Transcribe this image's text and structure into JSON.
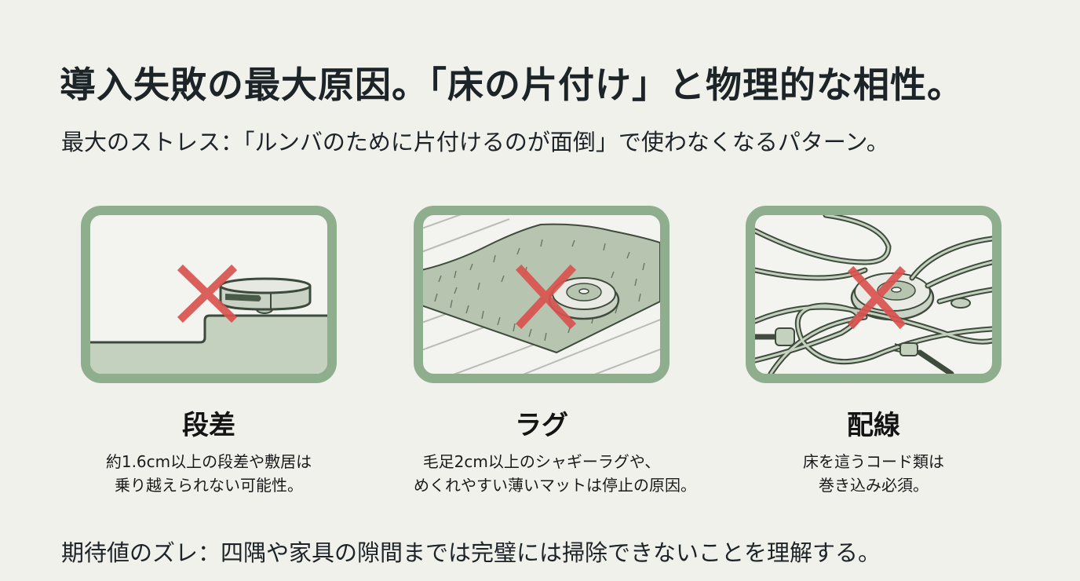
{
  "header": {
    "title": "導入失敗の最大原因。「床の片付け」と物理的な相性。",
    "subtitle": "最大のストレス：「ルンバのために片付けるのが面倒」で使わなくなるパターン。"
  },
  "cards": [
    {
      "title": "段差",
      "desc_line1": "約1.6cm以上の段差や敷居は",
      "desc_line2": "乗り越えられない可能性。",
      "icon": "robot-on-step-illustration"
    },
    {
      "title": "ラグ",
      "desc_line1": "毛足2cm以上のシャギーラグや、",
      "desc_line2": "めくれやすい薄いマットは停止の原因。",
      "icon": "robot-on-shaggy-rug-illustration"
    },
    {
      "title": "配線",
      "desc_line1": "床を這うコード類は",
      "desc_line2": "巻き込み必須。",
      "icon": "robot-tangled-cords-illustration"
    }
  ],
  "footer": {
    "text": "期待値のズレ：四隅や家具の隙間までは完璧には掃除できないことを理解する。"
  },
  "colors": {
    "background": "#f1f1ec",
    "frame": "#8fae8d",
    "floor_fill": "#c5d1bf",
    "cross": "#d9534f",
    "text": "#1d2428"
  }
}
